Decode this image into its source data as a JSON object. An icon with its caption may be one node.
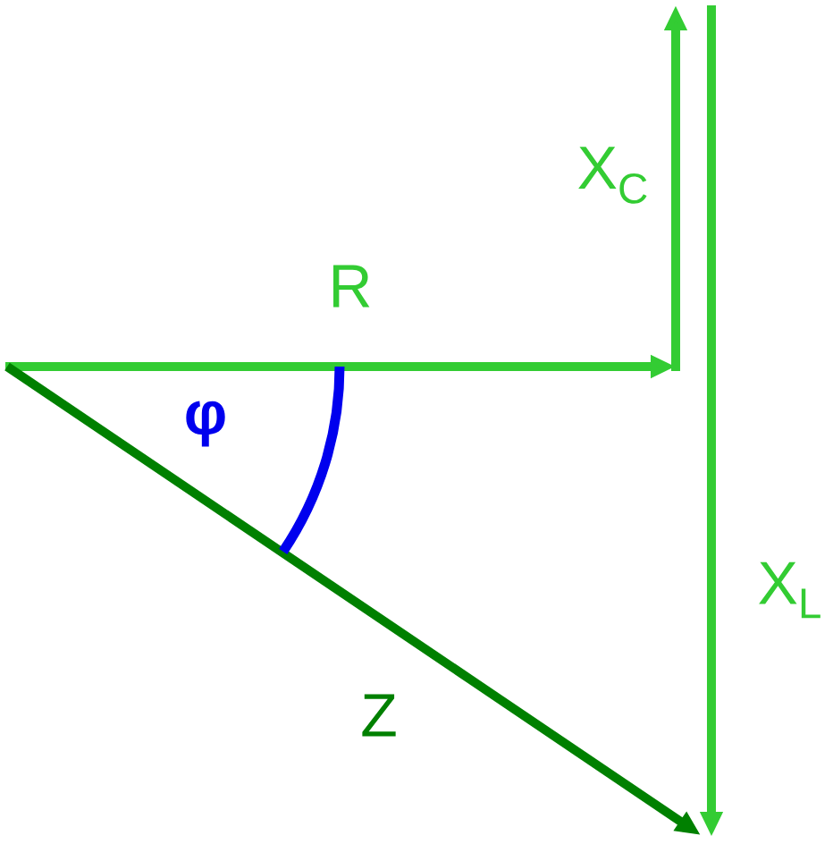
{
  "diagram": {
    "labels": [
      "X$_{C}$",
      "R",
      "φ",
      "X$_{L}$",
      "Z"
    ]
  }
}
